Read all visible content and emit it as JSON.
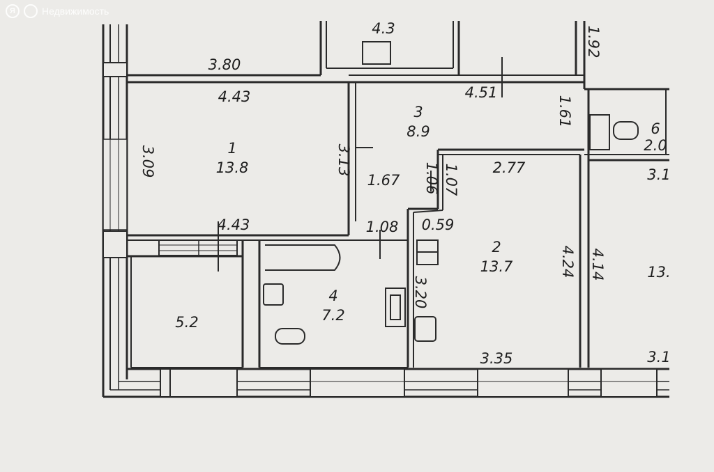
{
  "watermark": {
    "logo_letter": "Я",
    "text": "Недвижимость"
  },
  "colors": {
    "paper": "#ecebe8",
    "ink": "#1e1e1e",
    "wall": "#2a2a2a"
  },
  "rooms": [
    {
      "number": "1",
      "area": "13.8"
    },
    {
      "number": "2",
      "area": "13.7"
    },
    {
      "number": "3",
      "area": "8.9"
    },
    {
      "number": "4",
      "area": "7.2"
    },
    {
      "number": "",
      "area": "5.2"
    },
    {
      "number": "6",
      "area": "2.0"
    },
    {
      "number": "",
      "area": "4.3"
    },
    {
      "number": "",
      "area": "13."
    }
  ],
  "dimensions": {
    "d380": "3.80",
    "d443_top": "4.43",
    "d309": "3.09",
    "d313": "3.13",
    "d451": "4.51",
    "d161": "1.61",
    "d192": "1.92",
    "d167": "1.67",
    "d106": "1.06",
    "d107": "1.07",
    "d277": "2.77",
    "d443_bot": "4.43",
    "d108": "1.08",
    "d059": "0.59",
    "d320": "3.20",
    "d424": "4.24",
    "d414": "4.14",
    "d335": "3.35",
    "d31_top": "3.1",
    "d31_bot": "3.1"
  }
}
